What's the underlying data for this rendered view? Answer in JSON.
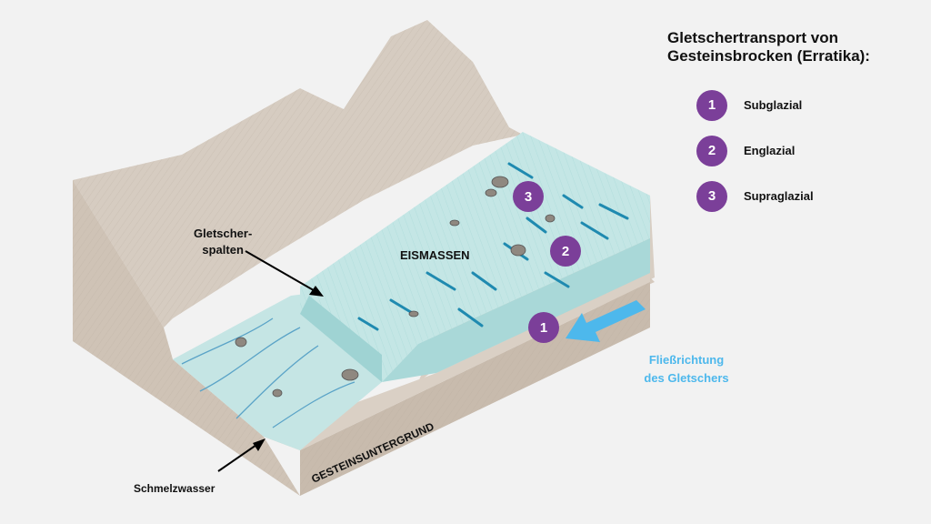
{
  "legend": {
    "title_line1": "Gletschertransport von",
    "title_line2": "Gesteinsbrocken (Erratika):",
    "items": [
      {
        "number": "1",
        "label": "Subglazial"
      },
      {
        "number": "2",
        "label": "Englazial"
      },
      {
        "number": "3",
        "label": "Supraglazial"
      }
    ]
  },
  "labels": {
    "crevasses_line1": "Gletscher-",
    "crevasses_line2": "spalten",
    "ice_mass": "EISMASSEN",
    "bedrock": "GESTEINSUNTERGRUND",
    "meltwater": "Schmelzwasser",
    "flow_line1": "Fließrichtung",
    "flow_line2": "des Gletschers"
  },
  "markers": [
    {
      "number": "1"
    },
    {
      "number": "2"
    },
    {
      "number": "3"
    }
  ],
  "colors": {
    "marker": "#7b3f99",
    "flow_arrow": "#4db8ec",
    "ice": "#bfe3e2",
    "rock": "#d2c8bc"
  }
}
